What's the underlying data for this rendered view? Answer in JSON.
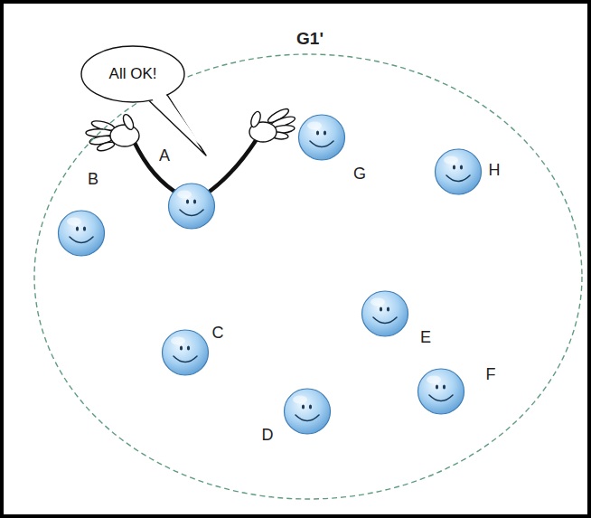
{
  "diagram": {
    "nodes": [
      {
        "text": [
          "G1'"
        ]
      },
      {
        "text": [
          "All OK!"
        ],
        "in": 0
      },
      {
        "text": [
          "A"
        ],
        "in": 0
      },
      {
        "text": [
          "B"
        ],
        "in": 0
      },
      {
        "text": [
          "G"
        ],
        "in": 0
      },
      {
        "text": [
          "H"
        ],
        "in": 0
      },
      {
        "text": [
          "C"
        ],
        "in": 0
      },
      {
        "text": [
          "E"
        ],
        "in": 0
      },
      {
        "text": [
          "D"
        ],
        "in": 0
      },
      {
        "text": [
          "F"
        ],
        "in": 0
      }
    ]
  }
}
